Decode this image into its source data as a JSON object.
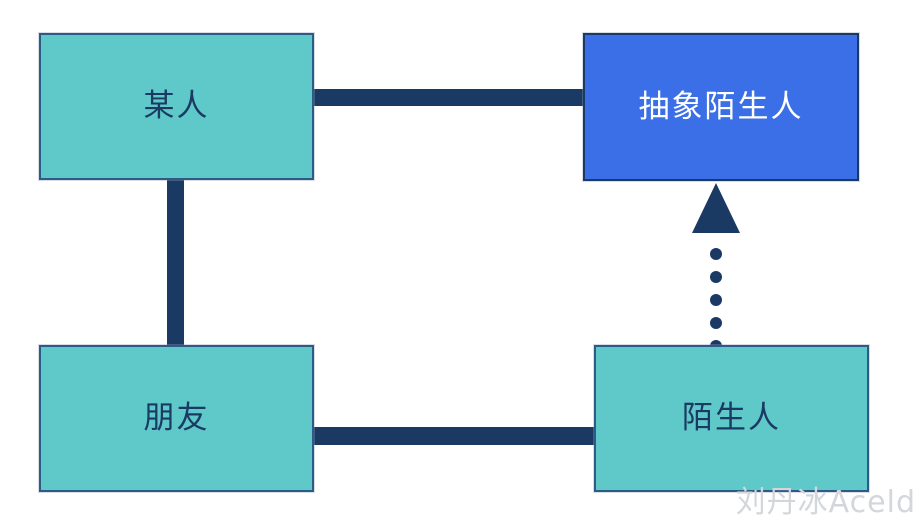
{
  "diagram": {
    "type": "uml-class-diagram",
    "background_color": "#FFFFFF",
    "title_text": "",
    "nodes": [
      {
        "id": "somebody",
        "label": "某人",
        "fill_color": "#5FC8C8",
        "border_color": "#2E5A86",
        "text_color": "#1B3A63",
        "stereotype": "concrete-class"
      },
      {
        "id": "abstract_stranger",
        "label": "抽象陌生人",
        "fill_color": "#3B6FE8",
        "border_color": "#1B3A63",
        "text_color": "#FFFFFF",
        "stereotype": "abstract-class"
      },
      {
        "id": "friend",
        "label": "朋友",
        "fill_color": "#5FC8C8",
        "border_color": "#2E5A86",
        "text_color": "#1B3A63",
        "stereotype": "concrete-class"
      },
      {
        "id": "stranger",
        "label": "陌生人",
        "fill_color": "#5FC8C8",
        "border_color": "#2E5A86",
        "text_color": "#1B3A63",
        "stereotype": "concrete-class"
      }
    ],
    "edges": [
      {
        "id": "somebody-abstract_stranger",
        "from": "somebody",
        "to": "abstract_stranger",
        "style": "solid-thick",
        "color": "#1B3A63",
        "arrow": "none",
        "orientation": "horizontal",
        "label": ""
      },
      {
        "id": "somebody-friend",
        "from": "somebody",
        "to": "friend",
        "style": "solid-thick",
        "color": "#1B3A63",
        "arrow": "none",
        "orientation": "vertical",
        "label": ""
      },
      {
        "id": "friend-stranger",
        "from": "friend",
        "to": "stranger",
        "style": "solid-thick",
        "color": "#1B3A63",
        "arrow": "none",
        "orientation": "horizontal",
        "label": ""
      },
      {
        "id": "stranger-abstract_stranger",
        "from": "stranger",
        "to": "abstract_stranger",
        "style": "dotted",
        "color": "#1B3A63",
        "arrow": "solid-triangle",
        "orientation": "vertical-up",
        "dot_count": 5,
        "label": ""
      }
    ]
  },
  "watermark": {
    "text": "刘丹冰Aceld",
    "color": "#D3D6DA"
  }
}
